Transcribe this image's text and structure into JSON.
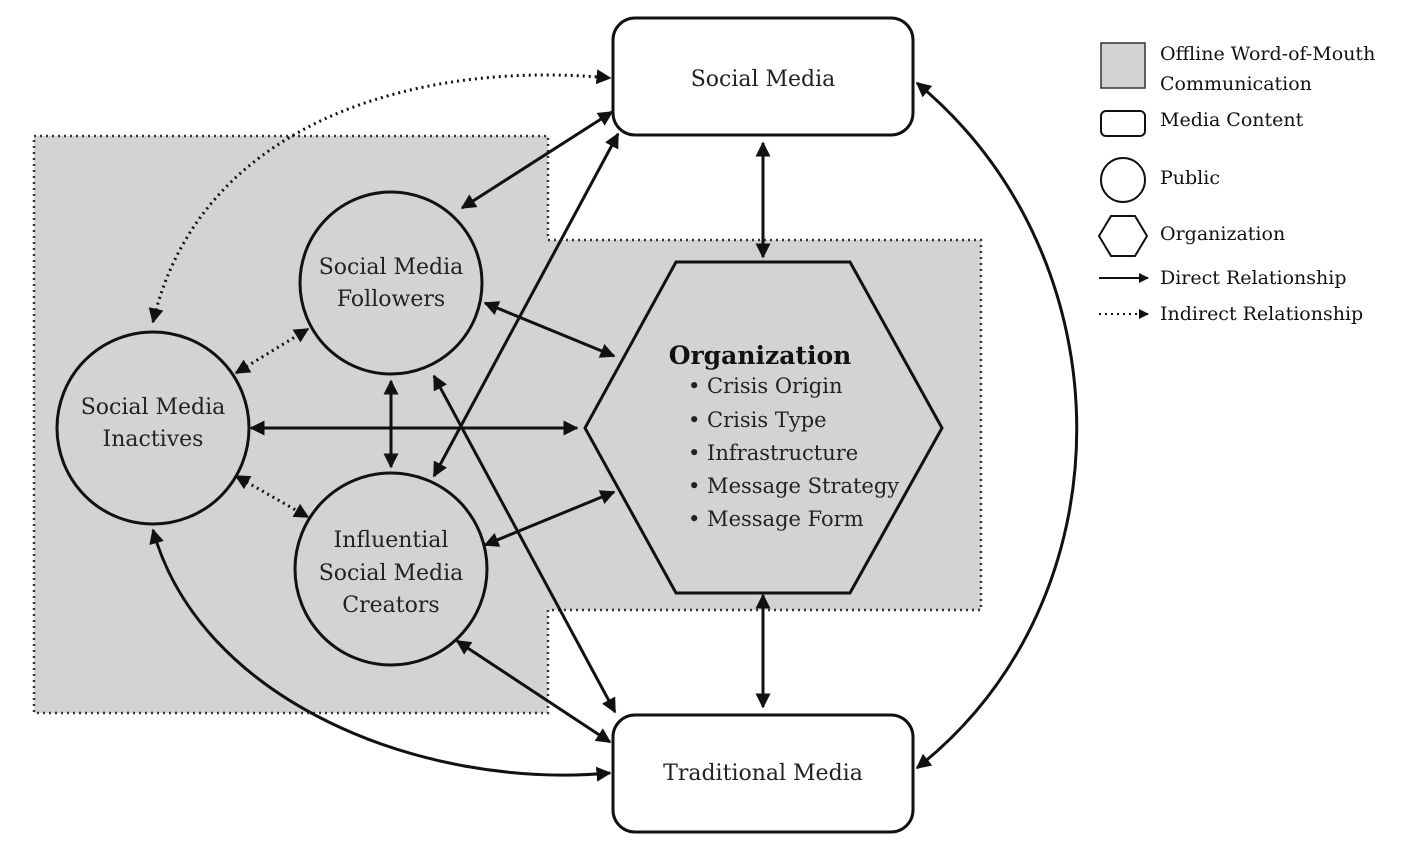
{
  "colors": {
    "background": "#ffffff",
    "offline_region": "#d3d3d3",
    "public_fill": "#d3d3d3",
    "media_fill": "#ffffff",
    "organization_fill": "#d3d3d3",
    "line": "#111111"
  },
  "nodes": {
    "social_media": {
      "label_lines": [
        "Social Media"
      ]
    },
    "traditional_media": {
      "label_lines": [
        "Traditional Media"
      ]
    },
    "followers": {
      "label_lines": [
        "Social Media",
        "Followers"
      ]
    },
    "inactives": {
      "label_lines": [
        "Social Media",
        "Inactives"
      ]
    },
    "creators": {
      "label_lines": [
        "Influential",
        "Social Media",
        "Creators"
      ]
    },
    "organization": {
      "title": "Organization",
      "items": [
        "• Crisis Origin",
        "• Crisis Type",
        "• Infrastructure",
        "• Message Strategy",
        "• Message Form"
      ]
    }
  },
  "legend": {
    "items": [
      {
        "type": "offline-region",
        "label_lines": [
          "Offline Word-of-Mouth",
          "Communication"
        ]
      },
      {
        "type": "media-content",
        "label_lines": [
          "Media Content"
        ]
      },
      {
        "type": "public",
        "label_lines": [
          "Public"
        ]
      },
      {
        "type": "organization",
        "label_lines": [
          "Organization"
        ]
      },
      {
        "type": "direct",
        "label_lines": [
          "Direct Relationship"
        ]
      },
      {
        "type": "indirect",
        "label_lines": [
          "Indirect Relationship"
        ]
      }
    ]
  },
  "edges": [
    {
      "from": "followers",
      "to": "social_media",
      "style": "direct",
      "bidirectional": true
    },
    {
      "from": "social_media",
      "to": "organization",
      "style": "direct",
      "bidirectional": true
    },
    {
      "from": "organization",
      "to": "traditional_media",
      "style": "direct",
      "bidirectional": true
    },
    {
      "from": "inactives",
      "to": "organization",
      "style": "direct",
      "bidirectional": true
    },
    {
      "from": "followers",
      "to": "organization",
      "style": "direct",
      "bidirectional": true
    },
    {
      "from": "creators",
      "to": "organization",
      "style": "direct",
      "bidirectional": true
    },
    {
      "from": "followers",
      "to": "creators",
      "style": "direct",
      "bidirectional": true
    },
    {
      "from": "creators",
      "to": "social_media",
      "style": "direct",
      "bidirectional": true
    },
    {
      "from": "followers",
      "to": "traditional_media",
      "style": "direct",
      "bidirectional": true
    },
    {
      "from": "creators",
      "to": "traditional_media",
      "style": "direct",
      "bidirectional": true
    },
    {
      "from": "inactives",
      "to": "traditional_media",
      "style": "direct",
      "bidirectional": true
    },
    {
      "from": "social_media",
      "to": "traditional_media",
      "style": "direct",
      "bidirectional": true
    },
    {
      "from": "inactives",
      "to": "social_media",
      "style": "indirect",
      "bidirectional": true
    },
    {
      "from": "inactives",
      "to": "followers",
      "style": "indirect",
      "bidirectional": true
    },
    {
      "from": "inactives",
      "to": "creators",
      "style": "indirect",
      "bidirectional": true
    }
  ]
}
